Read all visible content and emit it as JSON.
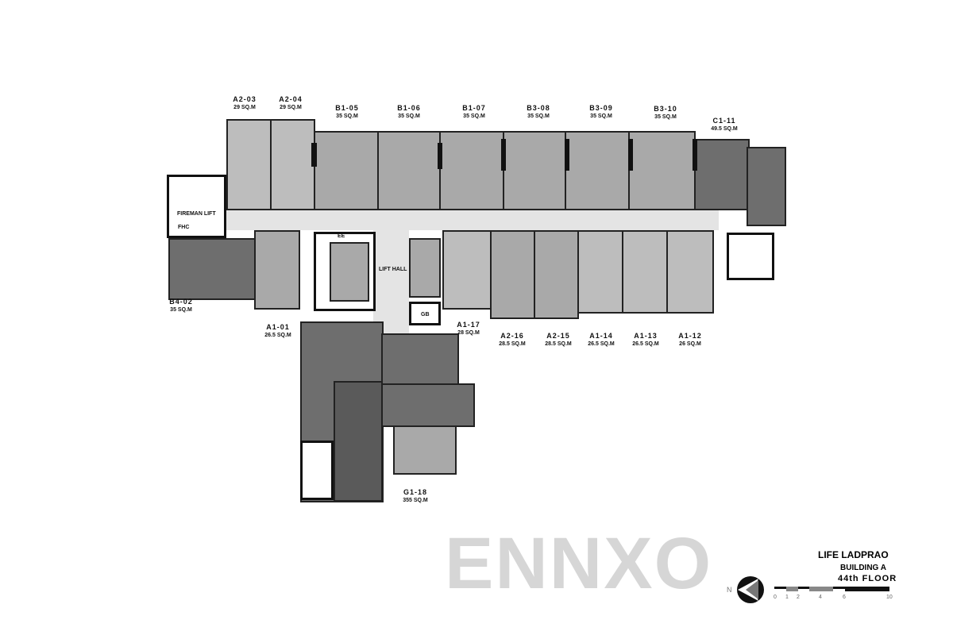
{
  "title": "LIFE LADPRAO",
  "building": "BUILDING A",
  "floor": "44th FLOOR",
  "watermark": "ENNXO",
  "compass": {
    "label": "N",
    "icon": "north-arrow-icon"
  },
  "scale": {
    "ticks": [
      "0",
      "1",
      "2",
      "4",
      "6",
      "10"
    ]
  },
  "rooms": {
    "fireman_lift": "FIREMAN LIFT",
    "lift_hall": "LIFT HALL",
    "ee": "EE",
    "gb": "GB",
    "fhc": "FHC"
  },
  "units": [
    {
      "id": "A2-03",
      "area": "29 SQ.M"
    },
    {
      "id": "A2-04",
      "area": "29 SQ.M"
    },
    {
      "id": "B1-05",
      "area": "35 SQ.M"
    },
    {
      "id": "B1-06",
      "area": "35 SQ.M"
    },
    {
      "id": "B1-07",
      "area": "35 SQ.M"
    },
    {
      "id": "B3-08",
      "area": "35 SQ.M"
    },
    {
      "id": "B3-09",
      "area": "35 SQ.M"
    },
    {
      "id": "B3-10",
      "area": "35 SQ.M"
    },
    {
      "id": "C1-11",
      "area": "49.5 SQ.M"
    },
    {
      "id": "B4-02",
      "area": "35 SQ.M"
    },
    {
      "id": "A1-01",
      "area": "26.5 SQ.M"
    },
    {
      "id": "A1-17",
      "area": "28 SQ.M"
    },
    {
      "id": "A2-16",
      "area": "28.5 SQ.M"
    },
    {
      "id": "A2-15",
      "area": "28.5 SQ.M"
    },
    {
      "id": "A1-14",
      "area": "26.5 SQ.M"
    },
    {
      "id": "A1-13",
      "area": "26.5 SQ.M"
    },
    {
      "id": "A1-12",
      "area": "26 SQ.M"
    },
    {
      "id": "G1-18",
      "area": "355 SQ.M"
    }
  ]
}
